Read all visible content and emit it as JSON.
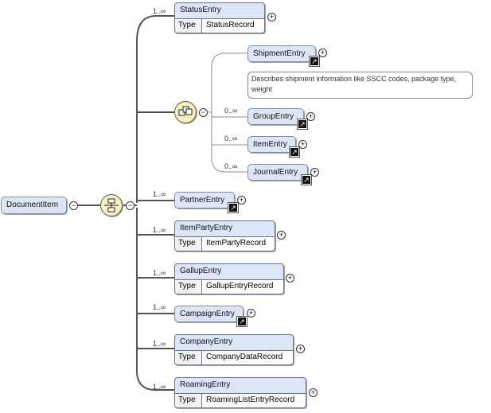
{
  "root": {
    "label": "DocumentItem"
  },
  "type_label": "Type",
  "entries": {
    "status": {
      "label": "StatusEntry",
      "type": "StatusRecord",
      "card": "1..∞"
    },
    "partner": {
      "label": "PartnerEntry",
      "card": "1..∞"
    },
    "itemparty": {
      "label": "ItemPartyEntry",
      "type": "ItemPartyRecord",
      "card": "1..∞"
    },
    "gallup": {
      "label": "GallupEntry",
      "type": "GallupEntryRecord",
      "card": "1..∞"
    },
    "campaign": {
      "label": "CampaignEntry",
      "card": "1..∞"
    },
    "company": {
      "label": "CompanyEntry",
      "type": "CompanyDataRecord",
      "card": "1..∞"
    },
    "roaming": {
      "label": "RoamingEntry",
      "type": "RoamingListEntryRecord",
      "card": "1..∞"
    }
  },
  "choice": {
    "shipment": {
      "label": "ShipmentEntry",
      "doc": "Describes shipment information like SSCC codes, package type, weight"
    },
    "group": {
      "label": "GroupEntry",
      "card": "0..∞"
    },
    "item": {
      "label": "ItemEntry",
      "card": "0..∞"
    },
    "journal": {
      "label": "JournalEntry",
      "card": "0..∞"
    }
  },
  "symbols": {
    "expand": "+",
    "collapse": "−",
    "ref_arrow": "↗"
  },
  "colors": {
    "node_fill": "#dce6f7",
    "node_border": "#6a7482",
    "compositor_fill": "#f6efc0",
    "wire": "#555555",
    "choice_wire": "#8c8c8c"
  }
}
